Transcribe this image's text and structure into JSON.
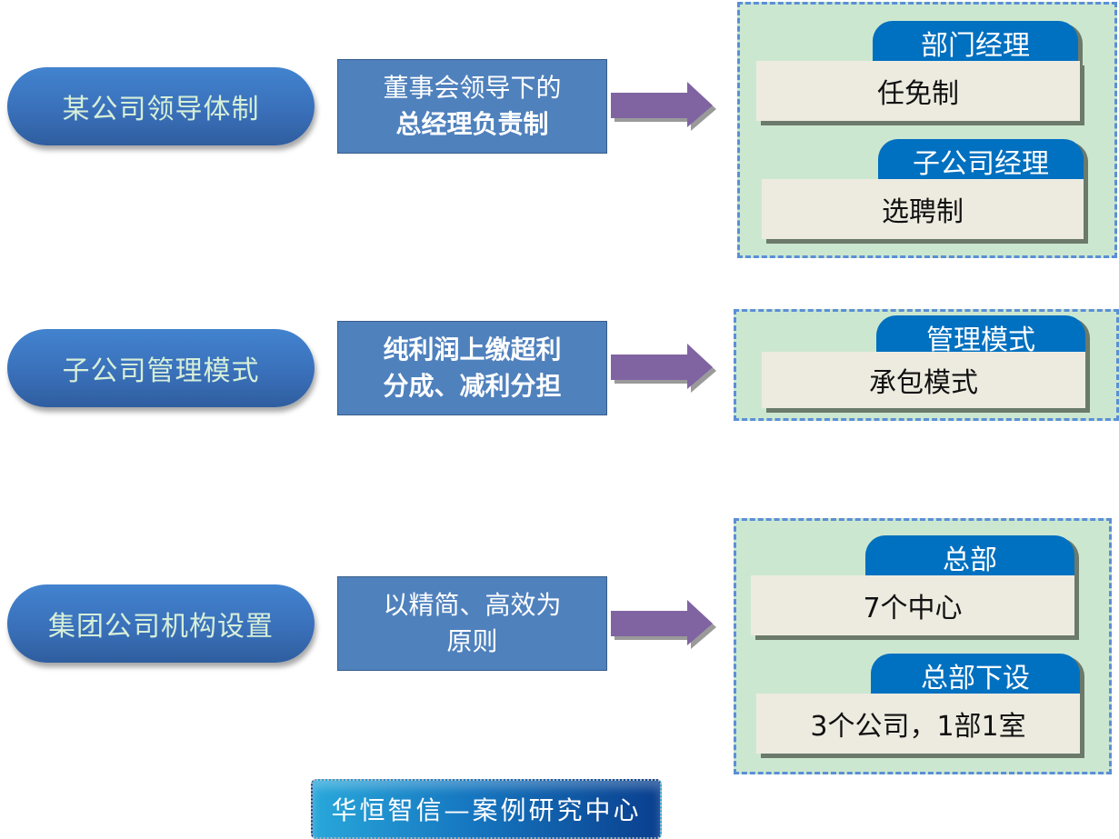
{
  "rows": [
    {
      "category": "某公司领导体制",
      "description_line1": "董事会领导下的",
      "description_line2": "总经理负责制",
      "items": [
        {
          "header": "部门经理",
          "value": "任免制"
        },
        {
          "header": "子公司经理",
          "value": "选聘制"
        }
      ]
    },
    {
      "category": "子公司管理模式",
      "description_line1": "纯利润上缴超利",
      "description_line2": "分成、减利分担",
      "items": [
        {
          "header": "管理模式",
          "value": "承包模式"
        }
      ]
    },
    {
      "category": "集团公司机构设置",
      "description_line1": "以精简、高效为",
      "description_line2": "原则",
      "items": [
        {
          "header": "总部",
          "value": "7个中心"
        },
        {
          "header": "总部下设",
          "value": "3个公司，1部1室"
        }
      ]
    }
  ],
  "footer": {
    "label": "华恒智信—案例研究中心"
  },
  "colors": {
    "pill": "#3a70ba",
    "description_box": "#4f81bd",
    "arrow": "#8064a2",
    "group_bg": "#cce7d0",
    "group_border": "#5b8fd6",
    "tab": "#0070c0",
    "card": "#edebe0"
  }
}
